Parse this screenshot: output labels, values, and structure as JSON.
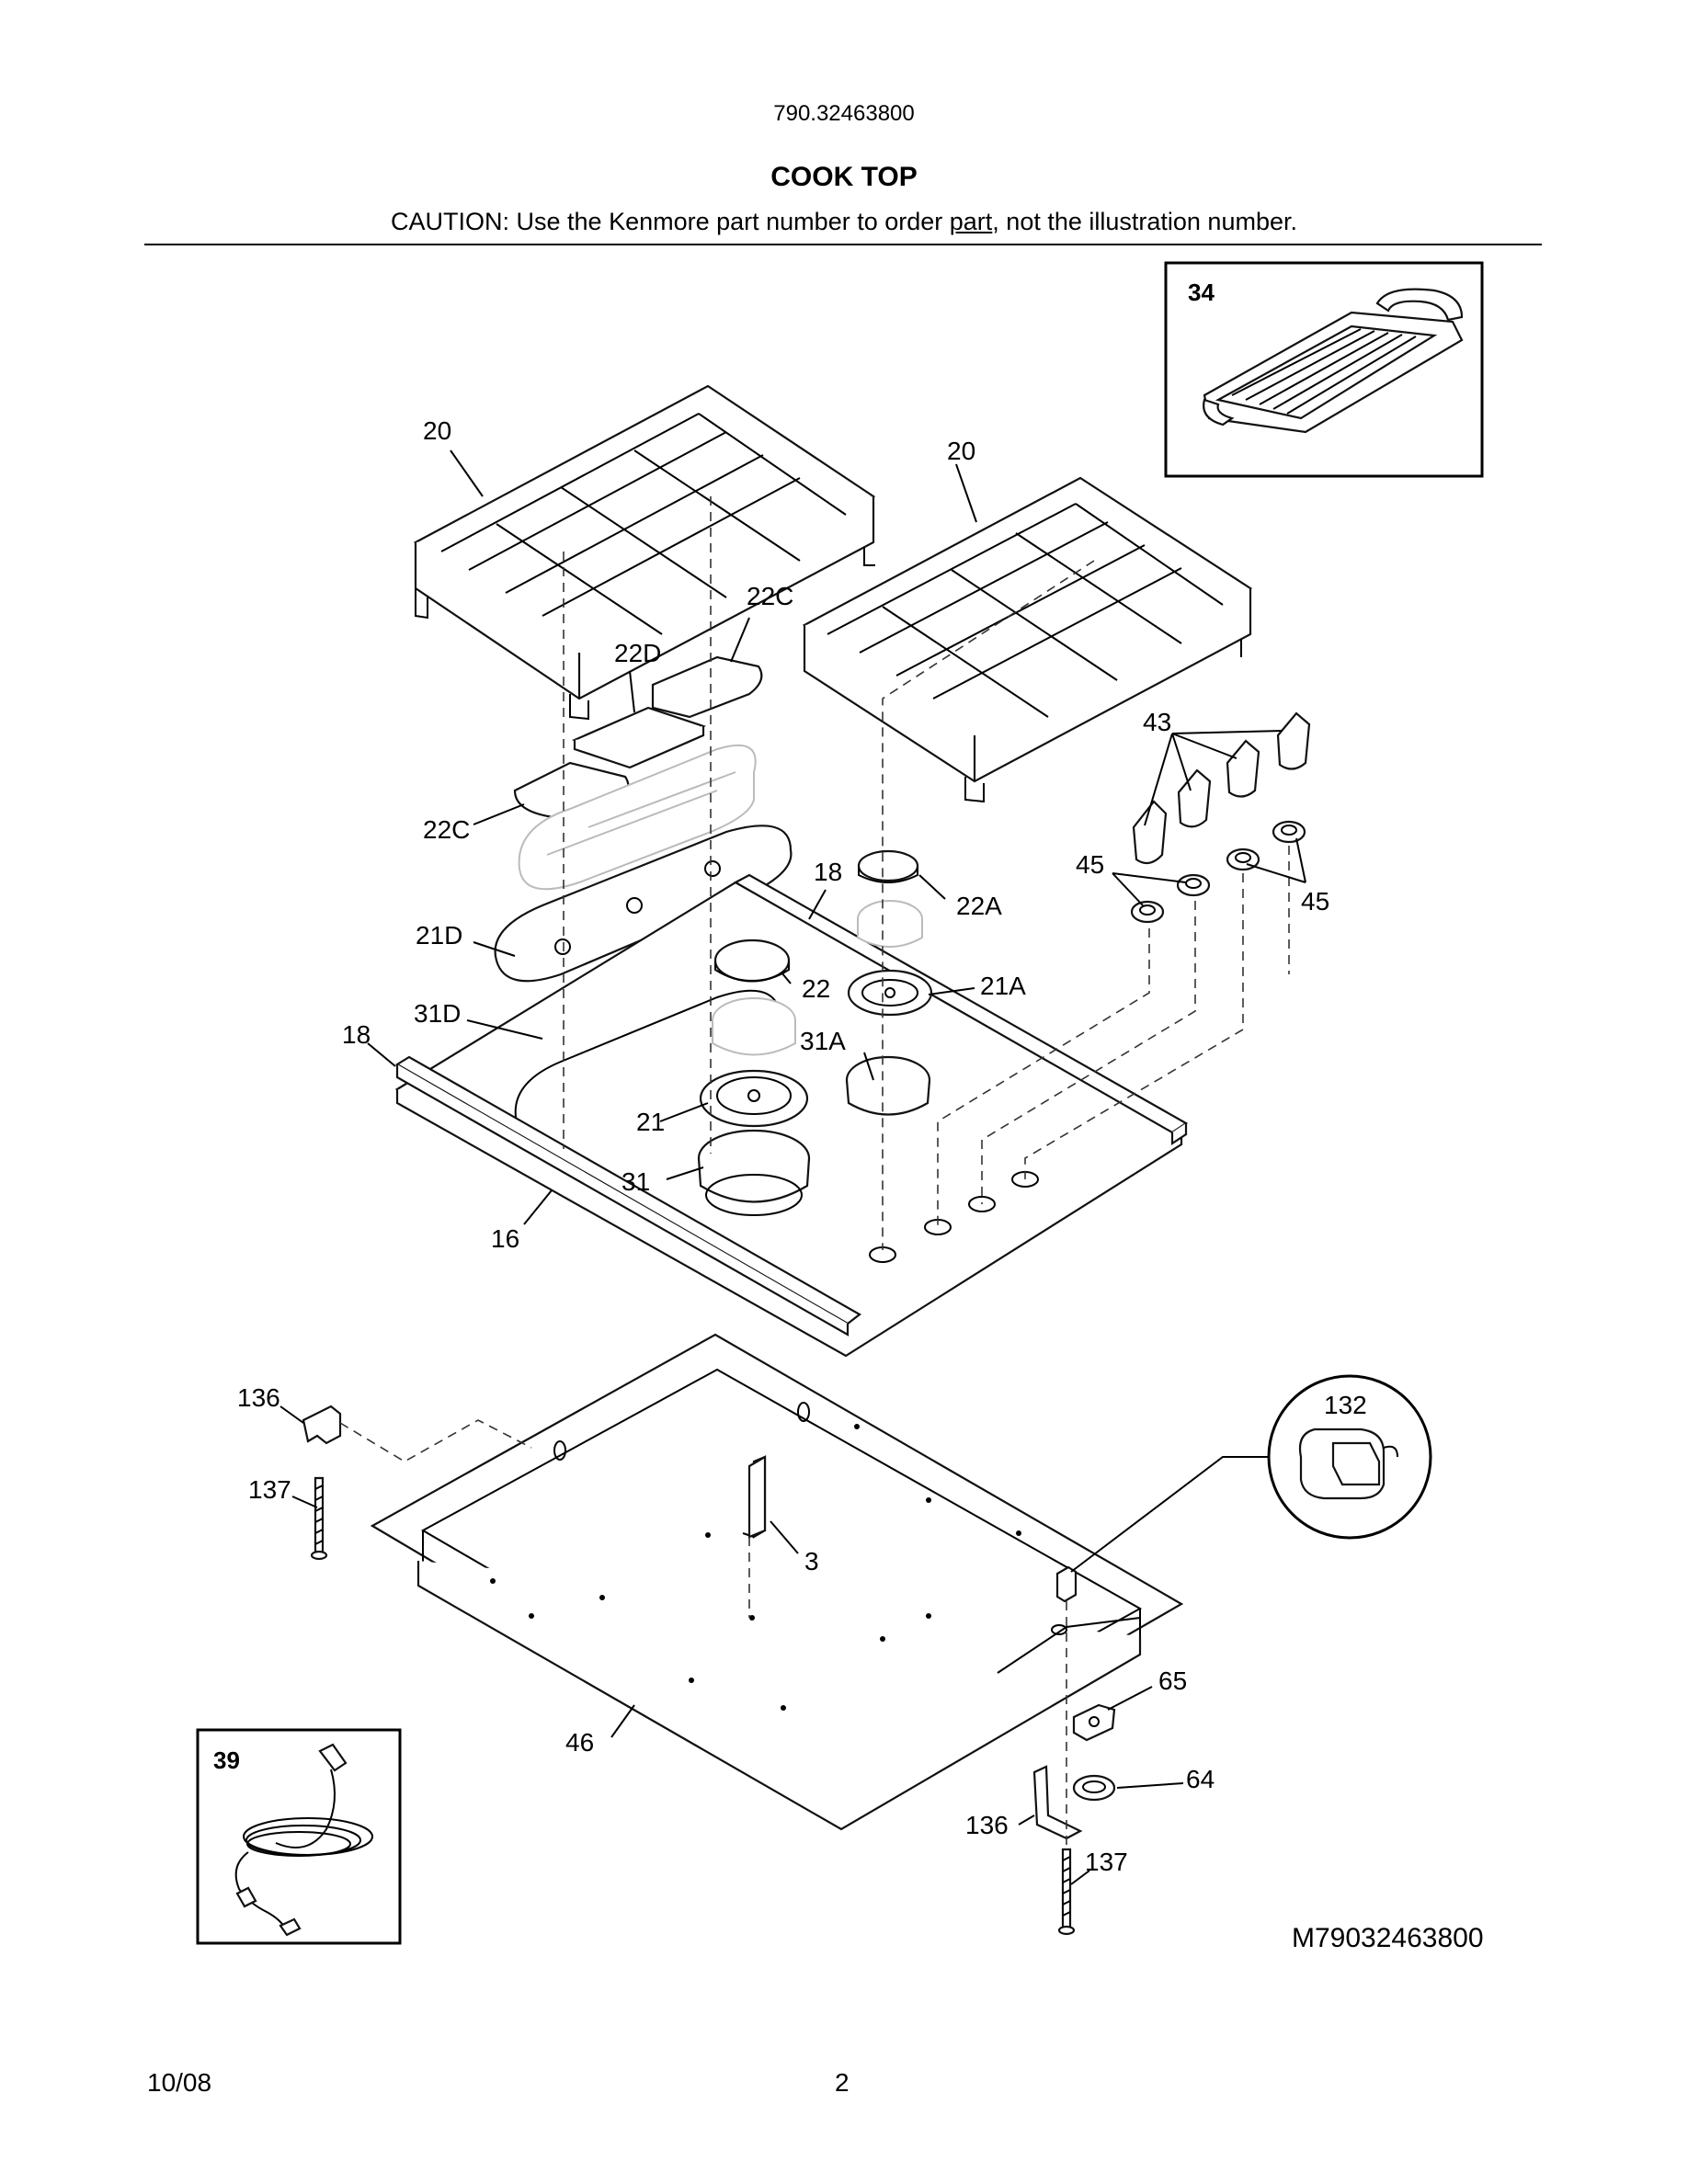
{
  "header": {
    "model_number": "790.32463800",
    "section_title": "COOK TOP",
    "caution_prefix": "CAUTION: Use the Kenmore part number to order ",
    "caution_underlined": "part",
    "caution_suffix": ", not the illustration number."
  },
  "callouts": {
    "c20a": "20",
    "c20b": "20",
    "c22c_top": "22C",
    "c22d": "22D",
    "c22c_left": "22C",
    "c18_right": "18",
    "c22a": "22A",
    "c21d": "21D",
    "c22": "22",
    "c21a": "21A",
    "c31d": "31D",
    "c18_left": "18",
    "c31a": "31A",
    "c21": "21",
    "c31": "31",
    "c16": "16",
    "c43": "43",
    "c45_left": "45",
    "c45_right": "45",
    "c136_top": "136",
    "c137_top": "137",
    "c3": "3",
    "c46": "46",
    "c65": "65",
    "c64": "64",
    "c136_bottom": "136",
    "c137_bottom": "137",
    "c132": "132"
  },
  "inset_boxes": {
    "griddle": "34",
    "power_cord": "39"
  },
  "footer": {
    "drawing_number": "M79032463800",
    "date": "10/08",
    "page_number": "2"
  }
}
